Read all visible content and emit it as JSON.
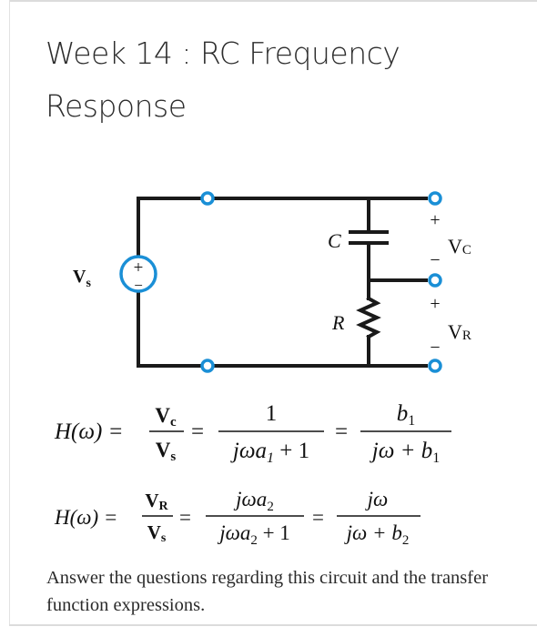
{
  "page": {
    "title_line1": "Week 14 : RC Frequency",
    "title_line2": "Response",
    "caption": "Answer the questions regarding this circuit and the transfer function expressions."
  },
  "circuit": {
    "source_label": "V",
    "source_subscript": "s",
    "source_plus": "+",
    "source_minus": "−",
    "capacitor_label": "C",
    "resistor_label": "R",
    "vc_label": "V",
    "vc_subscript": "C",
    "vr_label": "V",
    "vr_subscript": "R",
    "plus": "+",
    "minus": "−",
    "wire_color": "#1a1a1a",
    "terminal_color": "#1a8fd6"
  },
  "equations": {
    "eq1": {
      "lhs": "H(ω) =",
      "ratio_num_main": "V",
      "ratio_num_sub": "c",
      "ratio_den_main": "V",
      "ratio_den_sub": "s",
      "eq_sign": "=",
      "frac1_num": "1",
      "frac1_den": "jωa",
      "frac1_den_sub": "1",
      "frac1_den_tail": " + 1",
      "eq_sign2": "=",
      "frac2_num": "b",
      "frac2_num_sub": "1",
      "frac2_den": "jω + b",
      "frac2_den_sub": "1"
    },
    "eq2": {
      "lhs": "H(ω) =",
      "ratio_num_main": "V",
      "ratio_num_sub": "R",
      "ratio_den_main": "V",
      "ratio_den_sub": "s",
      "eq_sign": "=",
      "frac1_num": "jωa",
      "frac1_num_sub": "2",
      "frac1_den": "jωa",
      "frac1_den_sub": "2",
      "frac1_den_tail": " + 1",
      "eq_sign2": "=",
      "frac2_num": "jω",
      "frac2_den": "jω + b",
      "frac2_den_sub": "2"
    }
  }
}
